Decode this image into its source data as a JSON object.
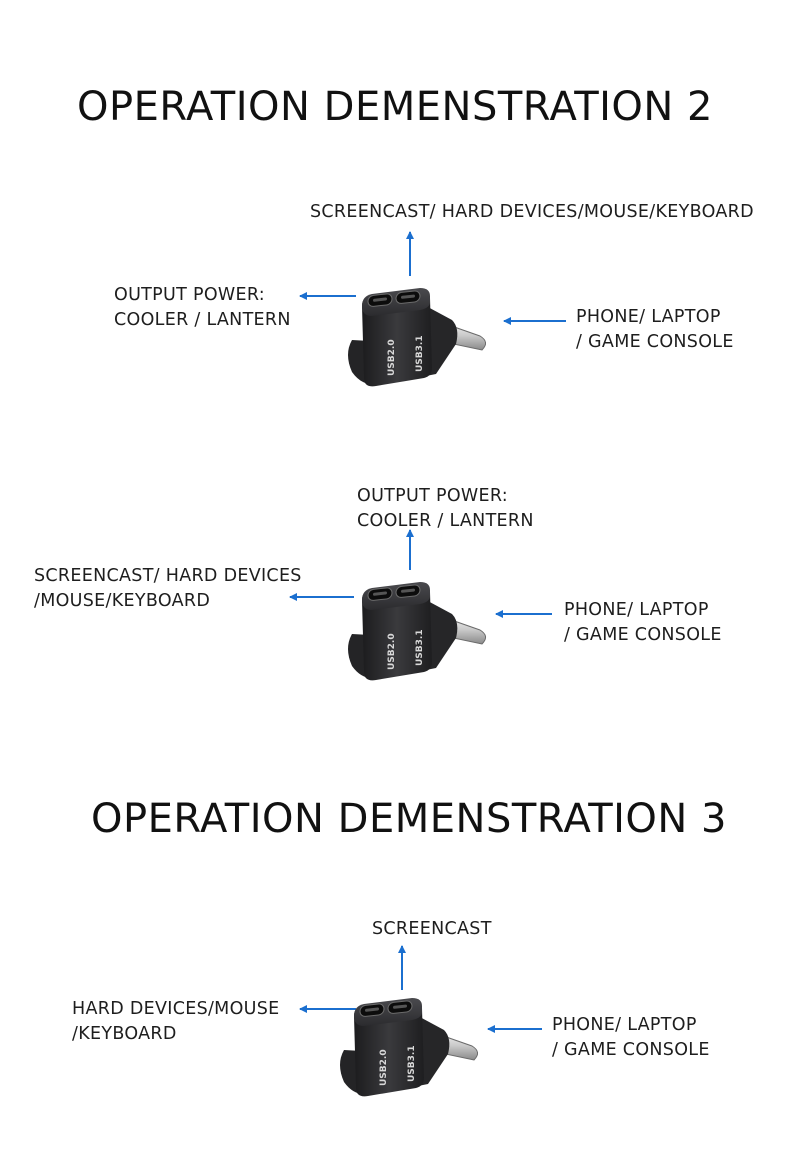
{
  "headings": {
    "demo2": "OPERATION DEMENSTRATION 2",
    "demo3": "OPERATION DEMENSTRATION 3"
  },
  "colors": {
    "arrow": "#1b6fcf",
    "device_body": "#2a2a2c",
    "text": "#1e1e1e"
  },
  "port_labels": {
    "left": "USB2.0",
    "right": "USB3.1"
  },
  "diagram1": {
    "top": "SCREENCAST/ HARD DEVICES/MOUSE/KEYBOARD",
    "left": [
      "OUTPUT POWER:",
      "COOLER / LANTERN"
    ],
    "right": [
      "PHONE/ LAPTOP",
      "/ GAME CONSOLE"
    ]
  },
  "diagram2": {
    "top": [
      "OUTPUT POWER:",
      "COOLER / LANTERN"
    ],
    "left": [
      "SCREENCAST/ HARD DEVICES",
      "/MOUSE/KEYBOARD"
    ],
    "right": [
      "PHONE/ LAPTOP",
      "/ GAME CONSOLE"
    ]
  },
  "diagram3": {
    "top": "SCREENCAST",
    "left": [
      "HARD DEVICES/MOUSE",
      "/KEYBOARD"
    ],
    "right": [
      "PHONE/ LAPTOP",
      "/ GAME CONSOLE"
    ]
  }
}
